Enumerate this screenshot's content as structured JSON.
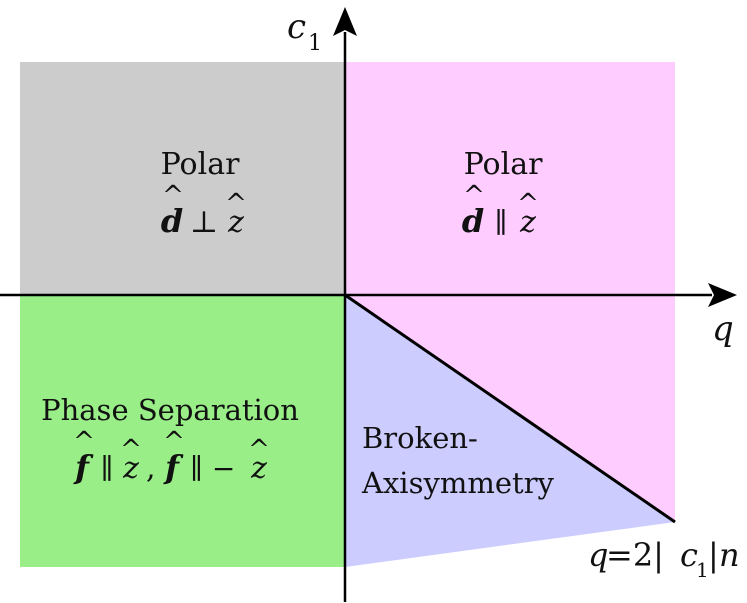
{
  "axes": {
    "vertical_label": "c",
    "vertical_label_sub": "1",
    "horizontal_label": "q"
  },
  "regions": [
    {
      "id": "polar-negative-q",
      "color": "#cccccc"
    },
    {
      "id": "polar-positive-q",
      "color": "#ffccff"
    },
    {
      "id": "phase-separation",
      "color": "#99ee88"
    },
    {
      "id": "broken-axisymmetry",
      "color": "#ccccff"
    }
  ],
  "labels": {
    "polar_left_title": "Polar",
    "polar_left_d": "d",
    "polar_left_hat": "^",
    "polar_left_rel": "⊥",
    "polar_left_z": "z",
    "polar_left_zhat": "^",
    "polar_right_title": "Polar",
    "polar_right_d": "d",
    "polar_right_hat": "^",
    "polar_right_rel": "∥",
    "polar_right_z": "z",
    "polar_right_zhat": "^",
    "phase_title": "Phase Separation",
    "phase_f1": "f",
    "phase_f1_hat": "^",
    "phase_rel1": "∥",
    "phase_z1": "z",
    "phase_z1_hat": "^",
    "phase_comma": ",",
    "phase_f2": "f",
    "phase_f2_hat": "^",
    "phase_rel2": "∥ −",
    "phase_z2": "z",
    "phase_z2_hat": "^",
    "broken_line1": "Broken-",
    "broken_line2": "Axisymmetry"
  },
  "boundary_line": {
    "q_part": "q",
    "eq_part": "=2|",
    "c_part": "c",
    "c_sub": "1",
    "bar_part": "|",
    "n_part": "n"
  },
  "colors": {
    "axis": "#000000",
    "boundary": "#000000"
  }
}
